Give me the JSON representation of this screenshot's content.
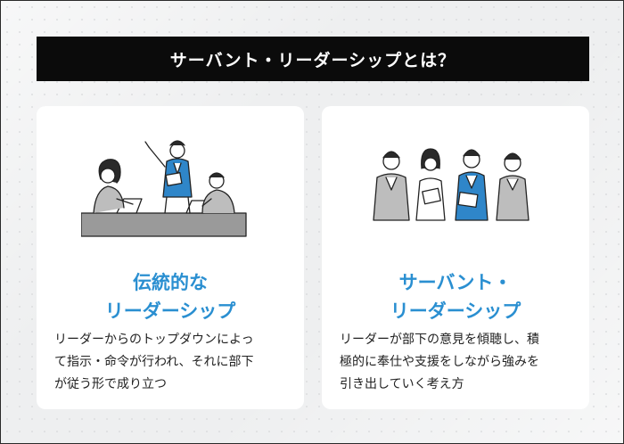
{
  "title": "サーバント・リーダーシップとは？",
  "cards": [
    {
      "heading_lines": [
        "伝統的な",
        "リーダーシップ"
      ],
      "body_lines": [
        "リーダーからのトップダウンによっ",
        "て指示・命令が行われ、それに部下",
        "が従う形で成り立つ"
      ],
      "illustration": "boss-presenting-to-seated-team-illustration"
    },
    {
      "heading_lines": [
        "サーバント・",
        "リーダーシップ"
      ],
      "body_lines": [
        "リーダーが部下の意見を傾聴し、積",
        "極的に奉仕や支援をしながら強みを",
        "引き出していく考え方"
      ],
      "illustration": "team-collaborating-with-tablets-illustration"
    }
  ],
  "colors": {
    "accent": "#2a8fd1",
    "title_bg": "#0b0b0b",
    "card_bg": "#ffffff",
    "page_bg": "#eeeff0",
    "person_accent": "#2f86c9"
  }
}
